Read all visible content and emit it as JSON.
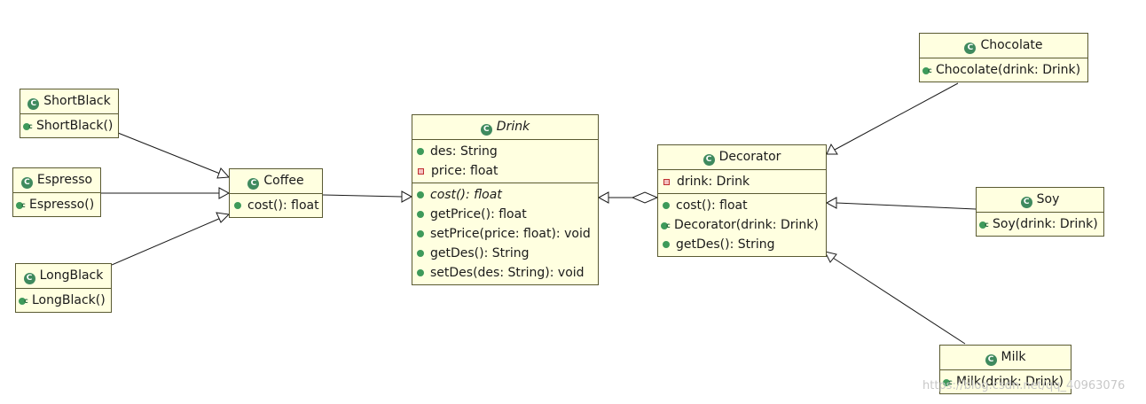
{
  "classes": {
    "shortblack": {
      "name": "ShortBlack",
      "methods": [
        "ShortBlack()"
      ]
    },
    "espresso": {
      "name": "Espresso",
      "methods": [
        "Espresso()"
      ]
    },
    "longblack": {
      "name": "LongBlack",
      "methods": [
        "LongBlack()"
      ]
    },
    "coffee": {
      "name": "Coffee",
      "methods": [
        "cost(): float"
      ]
    },
    "drink": {
      "name": "Drink",
      "fields": [
        "des: String",
        "price: float"
      ],
      "methods": [
        "cost(): float",
        "getPrice(): float",
        "setPrice(price: float): void",
        "getDes(): String",
        "setDes(des: String): void"
      ]
    },
    "decorator": {
      "name": "Decorator",
      "fields": [
        "drink: Drink"
      ],
      "methods": [
        "cost(): float",
        "Decorator(drink: Drink)",
        "getDes(): String"
      ]
    },
    "chocolate": {
      "name": "Chocolate",
      "methods": [
        "Chocolate(drink: Drink)"
      ]
    },
    "soy": {
      "name": "Soy",
      "methods": [
        "Soy(drink: Drink)"
      ]
    },
    "milk": {
      "name": "Milk",
      "methods": [
        "Milk(drink: Drink)"
      ]
    }
  },
  "watermark": "https://blog.csdn.net/qq_40963076",
  "colors": {
    "class_fill": "#ffffe0",
    "class_border": "#5a5a32",
    "class_icon": "#3f8a5e",
    "public_marker": "#3e9a5a",
    "private_marker": "#c03030"
  }
}
